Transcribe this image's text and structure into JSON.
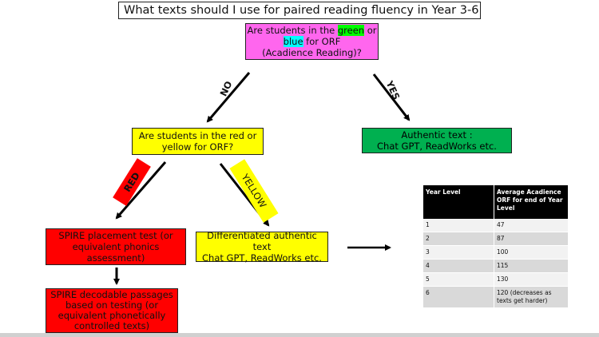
{
  "title": "What texts should I use for paired reading fluency in Year 3-6",
  "question1": {
    "part1": "Are students in the ",
    "green": "green",
    "part2": " or ",
    "blue": "blue",
    "part3": " for ORF",
    "part4": "(Acadience Reading)?"
  },
  "labels": {
    "no": "NO",
    "yes": "YES",
    "red": "RED",
    "yellow": "YELLOW"
  },
  "question2": {
    "line1": "Are students in the red or",
    "line2": "yellow for ORF?"
  },
  "authentic": {
    "line1": "Authentic text :",
    "line2": "Chat GPT, ReadWorks etc."
  },
  "spire_test": {
    "line1": "SPIRE placement test (or",
    "line2": "equivalent phonics",
    "line3": "assessment)"
  },
  "differentiated": {
    "line1": "Differentiated authentic text",
    "line2": "Chat GPT, ReadWorks etc."
  },
  "spire_passages": {
    "line1": "SPIRE decodable passages",
    "line2": "based on testing (or",
    "line3": "equivalent phonetically",
    "line4": "controlled texts)"
  },
  "table": {
    "headers": [
      "Year Level",
      "Average Acadience ORF for end of Year Level"
    ],
    "rows": [
      [
        "1",
        "47"
      ],
      [
        "2",
        "87"
      ],
      [
        "3",
        "100"
      ],
      [
        "4",
        "115"
      ],
      [
        "5",
        "130"
      ],
      [
        "6",
        "120 (decreases as texts get harder)"
      ]
    ]
  }
}
